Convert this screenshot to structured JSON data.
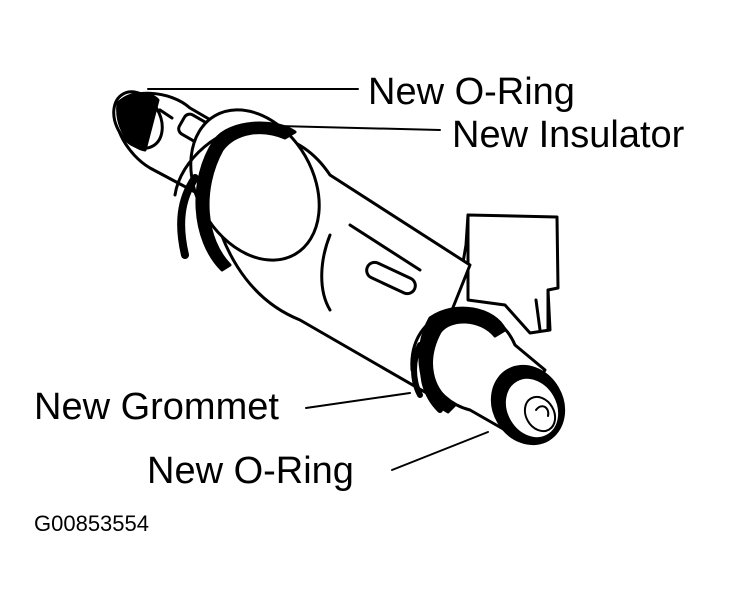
{
  "callouts": {
    "o_ring_top": "New O-Ring",
    "insulator": "New Insulator",
    "grommet": "New Grommet",
    "o_ring_bottom": "New O-Ring"
  },
  "figure_code": "G00853554",
  "colors": {
    "line": "#000000",
    "background": "#ffffff"
  }
}
